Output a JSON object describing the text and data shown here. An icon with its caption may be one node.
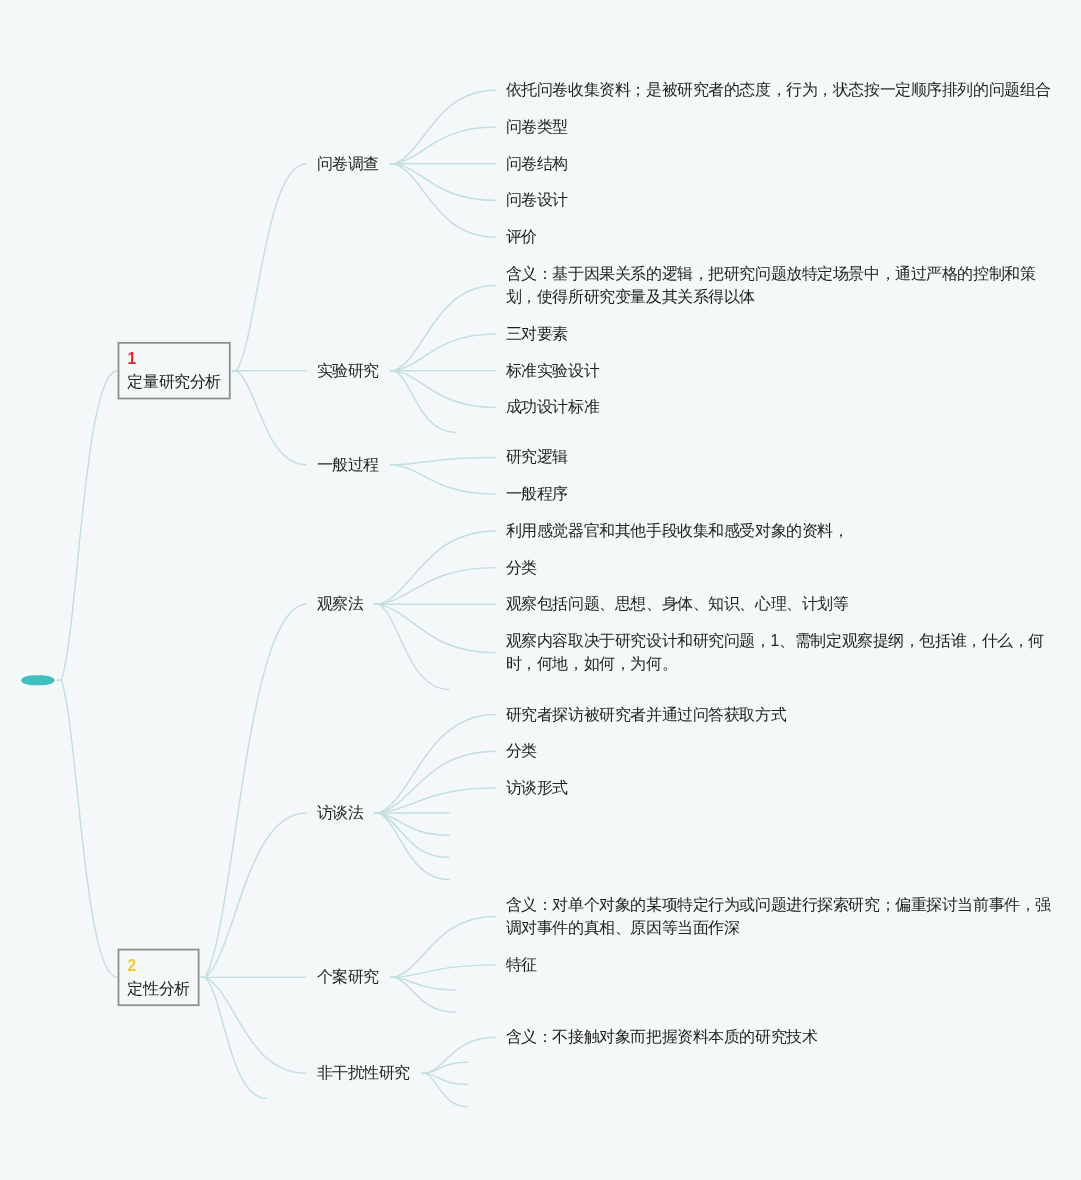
{
  "diagram": {
    "nodes": [
      {
        "text": [],
        "shape": "bar"
      },
      {
        "text": [
          "1",
          "定量研究分析"
        ]
      },
      {
        "text": [
          "问卷调查"
        ]
      },
      {
        "text": [
          "依托问卷收集资料；是被研究者的态度，行为，状态按一定顺序排列的问题组合"
        ]
      },
      {
        "text": [
          "问卷类型"
        ]
      },
      {
        "text": [
          "问卷结构"
        ]
      },
      {
        "text": [
          "问卷设计"
        ]
      },
      {
        "text": [
          "评价"
        ]
      },
      {
        "text": [
          "实验研究"
        ]
      },
      {
        "text": [
          "含义：基于因果关系的逻辑，把研究问题放特定场景中，通过严格的控制和策划，使得所研究变量及其关系得以体"
        ]
      },
      {
        "text": [
          "三对要素"
        ]
      },
      {
        "text": [
          "标准实验设计"
        ]
      },
      {
        "text": [
          "成功设计标准"
        ]
      },
      {
        "text": [
          "一般过程"
        ]
      },
      {
        "text": [
          "研究逻辑"
        ]
      },
      {
        "text": [
          "一般程序"
        ]
      },
      {
        "text": [
          "2",
          "定性分析"
        ]
      },
      {
        "text": [
          "观察法"
        ]
      },
      {
        "text": [
          "利用感觉器官和其他手段收集和感受对象的资料，"
        ]
      },
      {
        "text": [
          "分类"
        ]
      },
      {
        "text": [
          "观察包括问题、思想、身体、知识、心理、计划等"
        ]
      },
      {
        "text": [
          "观察内容取决于研究设计和研究问题，1、需制定观察提纲，包括谁，什么，何时，何地，如何，为何。"
        ]
      },
      {
        "text": [
          "访谈法"
        ]
      },
      {
        "text": [
          "研究者探访被研究者并通过问答获取方式"
        ]
      },
      {
        "text": [
          "分类"
        ]
      },
      {
        "text": [
          "访谈形式"
        ]
      },
      {
        "text": [
          "个案研究"
        ]
      },
      {
        "text": [
          "含义：对单个对象的某项特定行为或问题进行探索研究；偏重探讨当前事件，强调对事件的真相、原因等当面作深"
        ]
      },
      {
        "text": [
          "特征"
        ]
      },
      {
        "text": [
          "非干扰性研究"
        ]
      },
      {
        "text": [
          "含义：不接触对象而把握资料本质的研究技术"
        ]
      }
    ],
    "edges": [
      {
        "from": 0,
        "to": 1,
        "arrow": "none"
      },
      {
        "from": 1,
        "to": 2,
        "arrow": "none"
      },
      {
        "from": 2,
        "to": 3,
        "arrow": "none"
      },
      {
        "from": 2,
        "to": 4,
        "arrow": "none"
      },
      {
        "from": 2,
        "to": 5,
        "arrow": "none"
      },
      {
        "from": 2,
        "to": 6,
        "arrow": "none"
      },
      {
        "from": 2,
        "to": 7,
        "arrow": "none"
      },
      {
        "from": 1,
        "to": 8,
        "arrow": "none"
      },
      {
        "from": 8,
        "to": 9,
        "arrow": "none"
      },
      {
        "from": 8,
        "to": 10,
        "arrow": "none"
      },
      {
        "from": 8,
        "to": 11,
        "arrow": "none"
      },
      {
        "from": 8,
        "to": 12,
        "arrow": "none"
      },
      {
        "from": 8,
        "to": null,
        "arrow": "none"
      },
      {
        "from": 1,
        "to": 13,
        "arrow": "none"
      },
      {
        "from": 13,
        "to": 14,
        "arrow": "none"
      },
      {
        "from": 13,
        "to": 15,
        "arrow": "none"
      },
      {
        "from": 0,
        "to": 16,
        "arrow": "none"
      },
      {
        "from": 16,
        "to": 17,
        "arrow": "none"
      },
      {
        "from": 17,
        "to": 18,
        "arrow": "none"
      },
      {
        "from": 17,
        "to": 19,
        "arrow": "none"
      },
      {
        "from": 17,
        "to": 20,
        "arrow": "none"
      },
      {
        "from": 17,
        "to": 21,
        "arrow": "none"
      },
      {
        "from": 17,
        "to": null,
        "arrow": "none"
      },
      {
        "from": 16,
        "to": 22,
        "arrow": "none"
      },
      {
        "from": 22,
        "to": 23,
        "arrow": "none"
      },
      {
        "from": 22,
        "to": 24,
        "arrow": "none"
      },
      {
        "from": 22,
        "to": 25,
        "arrow": "none"
      },
      {
        "from": 22,
        "to": null,
        "arrow": "none"
      },
      {
        "from": 22,
        "to": null,
        "arrow": "none"
      },
      {
        "from": 22,
        "to": null,
        "arrow": "none"
      },
      {
        "from": 22,
        "to": null,
        "arrow": "none"
      },
      {
        "from": 16,
        "to": 26,
        "arrow": "none"
      },
      {
        "from": 26,
        "to": 27,
        "arrow": "none"
      },
      {
        "from": 26,
        "to": 28,
        "arrow": "none"
      },
      {
        "from": 26,
        "to": null,
        "arrow": "none"
      },
      {
        "from": 26,
        "to": null,
        "arrow": "none"
      },
      {
        "from": 16,
        "to": 29,
        "arrow": "none"
      },
      {
        "from": 29,
        "to": 30,
        "arrow": "none"
      },
      {
        "from": 29,
        "to": null,
        "arrow": "none"
      },
      {
        "from": 29,
        "to": null,
        "arrow": "none"
      },
      {
        "from": 29,
        "to": null,
        "arrow": "none"
      },
      {
        "from": 16,
        "to": null,
        "arrow": "none"
      }
    ]
  }
}
